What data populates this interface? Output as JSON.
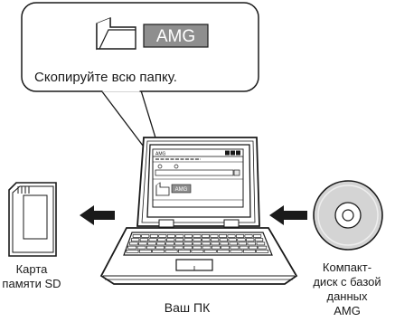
{
  "callout": {
    "folder_name": "AMG",
    "instruction": "Скопируйте всю папку."
  },
  "screen": {
    "folder_name": "AMG",
    "window_title": "AMG"
  },
  "labels": {
    "sd_card": [
      "Карта",
      "памяти SD"
    ],
    "pc": "Ваш ПК",
    "cd": [
      "Компакт-",
      "диск с базой",
      "данных",
      "AMG"
    ]
  },
  "colors": {
    "line": "#1a1a1a",
    "gray_fill": "#9a9a9a",
    "light_gray": "#e6e6e6"
  }
}
